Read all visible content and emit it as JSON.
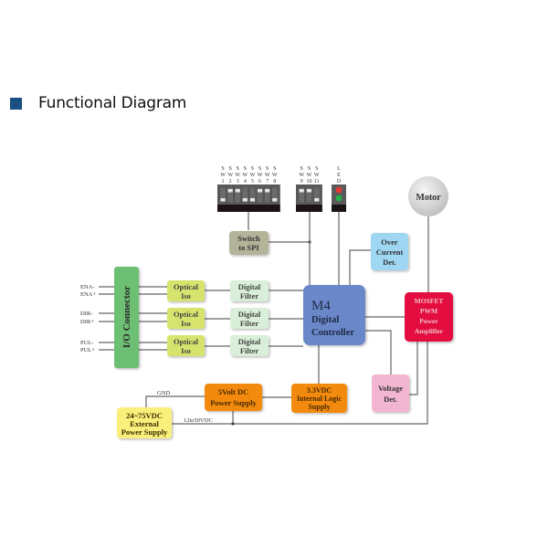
{
  "heading": {
    "title": "Functional Diagram",
    "marker_color": "#1b4f82"
  },
  "dip_switch_bank_a": {
    "switches": [
      {
        "label": [
          "S",
          "W",
          "1"
        ],
        "state": "off"
      },
      {
        "label": [
          "S",
          "W",
          "2"
        ],
        "state": "on"
      },
      {
        "label": [
          "S",
          "W",
          "3"
        ],
        "state": "on"
      },
      {
        "label": [
          "S",
          "W",
          "4"
        ],
        "state": "off"
      },
      {
        "label": [
          "S",
          "W",
          "5"
        ],
        "state": "off"
      },
      {
        "label": [
          "S",
          "W",
          "6"
        ],
        "state": "on"
      },
      {
        "label": [
          "S",
          "W",
          "7"
        ],
        "state": "on"
      },
      {
        "label": [
          "S",
          "W",
          "8"
        ],
        "state": "off"
      }
    ]
  },
  "dip_switch_bank_b": {
    "switches": [
      {
        "label": [
          "S",
          "W",
          "9"
        ],
        "state": "on"
      },
      {
        "label": [
          "S",
          "W",
          "10"
        ],
        "state": "on"
      },
      {
        "label": [
          "S",
          "W",
          "11"
        ],
        "state": "off"
      }
    ]
  },
  "led": {
    "label": [
      "L",
      "E",
      "D"
    ],
    "lights": [
      {
        "color": "#e53935"
      },
      {
        "color": "#22b14c"
      }
    ]
  },
  "blocks": {
    "switch_to_spi": {
      "lines": [
        "Switch",
        "to SPI"
      ],
      "fill": "#b3b39a",
      "text_color": "#333333"
    },
    "over_current": {
      "lines": [
        "Over",
        "Current",
        "Det."
      ],
      "fill": "#9fd7f2",
      "text_color": "#333333"
    },
    "motor": {
      "lines": [
        "Motor"
      ],
      "fill": "#d8d8d8",
      "text_color": "#333333"
    },
    "io_connector": {
      "lines": [
        "I/O Connector"
      ],
      "fill": "#6dbf73",
      "text_color": "#2b2b2b"
    },
    "optical_iso": [
      {
        "lines": [
          "Optical",
          "Iso"
        ]
      },
      {
        "lines": [
          "Optical",
          "Iso"
        ]
      },
      {
        "lines": [
          "Optical",
          "Iso"
        ]
      }
    ],
    "optical_iso_style": {
      "fill": "#d6e46e",
      "text_color": "#444444"
    },
    "digital_filter": [
      {
        "lines": [
          "Digital",
          "Filter"
        ]
      },
      {
        "lines": [
          "Digital",
          "Filter"
        ]
      },
      {
        "lines": [
          "Digital",
          "Filter"
        ]
      }
    ],
    "digital_filter_style": {
      "fill": "#d9efd9",
      "text_color": "#444444"
    },
    "controller": {
      "title": "M4",
      "lines": [
        "Digital",
        "Controller"
      ],
      "fill": "#6b87c9",
      "text_color": "#1e2a44"
    },
    "mosfet": {
      "lines": [
        "MOSFET",
        "PWM",
        "Power",
        "Amplifier"
      ],
      "fill": "#e4083f",
      "text_color": "#f0c0c8"
    },
    "voltage_det": {
      "lines": [
        "Voltage",
        "Det."
      ],
      "fill": "#f3b6d2",
      "text_color": "#333333"
    },
    "psu_5v": {
      "lines": [
        "5Volt DC",
        "Power Supply"
      ],
      "fill": "#f28a0c",
      "text_color": "#4a2a00"
    },
    "psu_33v": {
      "lines": [
        "3.3VDC",
        "Internal Logic",
        "Supply"
      ],
      "fill": "#f28a0c",
      "text_color": "#4a2a00"
    },
    "ext_psu": {
      "lines": [
        "24~75VDC",
        "External",
        "Power Supply"
      ],
      "fill": "#fbef7c",
      "text_color": "#3a3000"
    }
  },
  "signals": [
    {
      "label": "ENA-"
    },
    {
      "label": "ENA+"
    },
    {
      "label": "DIR-"
    },
    {
      "label": "DIR+"
    },
    {
      "label": "PUL-"
    },
    {
      "label": "PUL+"
    }
  ],
  "wire_labels": {
    "gnd": "GND",
    "supply_range": "12to50VDC"
  }
}
